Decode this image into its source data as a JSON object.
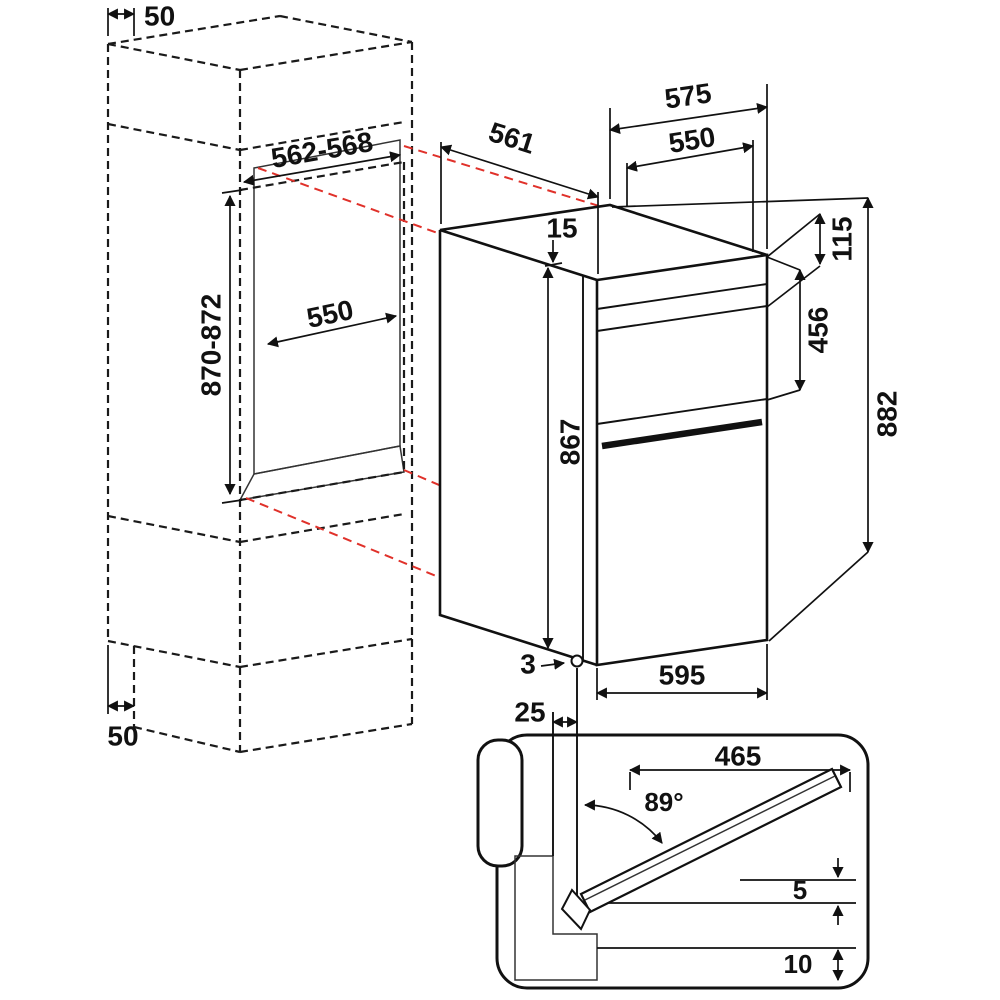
{
  "cabinet": {
    "top_clearance": "50",
    "plinth_recess": "50",
    "niche_width": "562-568",
    "niche_height": "870-872",
    "niche_depth": "550"
  },
  "oven": {
    "depth": "561",
    "depth_with_door": "575",
    "top_width": "550",
    "top_offset": "15",
    "panel_height": "115",
    "upper_section_height": "456",
    "front_height": "867",
    "overall_height": "882",
    "width": "595",
    "front_gap": "3",
    "plinth_inset": "25"
  },
  "door_detail": {
    "projection": "465",
    "angle": "89°",
    "door_gap": "5",
    "floor_gap": "10"
  },
  "colors": {
    "line": "#1a1a1a",
    "guide_red": "#e0312a",
    "niche_panel_gray": "#b4b4b4",
    "niche_floor_gray": "#d9d9d9",
    "plinth_step_gray": "#c6c6c6",
    "background": "#ffffff"
  }
}
